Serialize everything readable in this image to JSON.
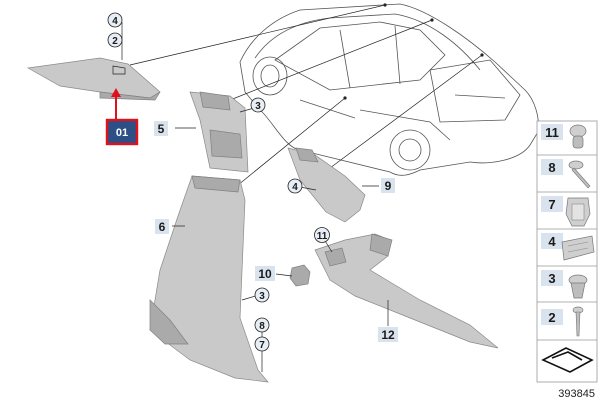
{
  "diagram_id": "393845",
  "highlight": {
    "label": "01",
    "fill": "#2d4f86",
    "border": "#e0111a"
  },
  "callouts": {
    "c4_top": "4",
    "c2_top": "2",
    "c3_mid": "3",
    "c4_right": "4",
    "c11": "11",
    "c3_low": "3",
    "c8": "8",
    "c7": "7"
  },
  "part_labels": {
    "p5": "5",
    "p6": "6",
    "p9": "9",
    "p10": "10",
    "p12": "12"
  },
  "legend": [
    "11",
    "8",
    "7",
    "4",
    "3",
    "2"
  ],
  "colors": {
    "part_gray": "#c9c9c9",
    "tag_bg": "#d9e3ee",
    "accent_red": "#e0111a"
  }
}
